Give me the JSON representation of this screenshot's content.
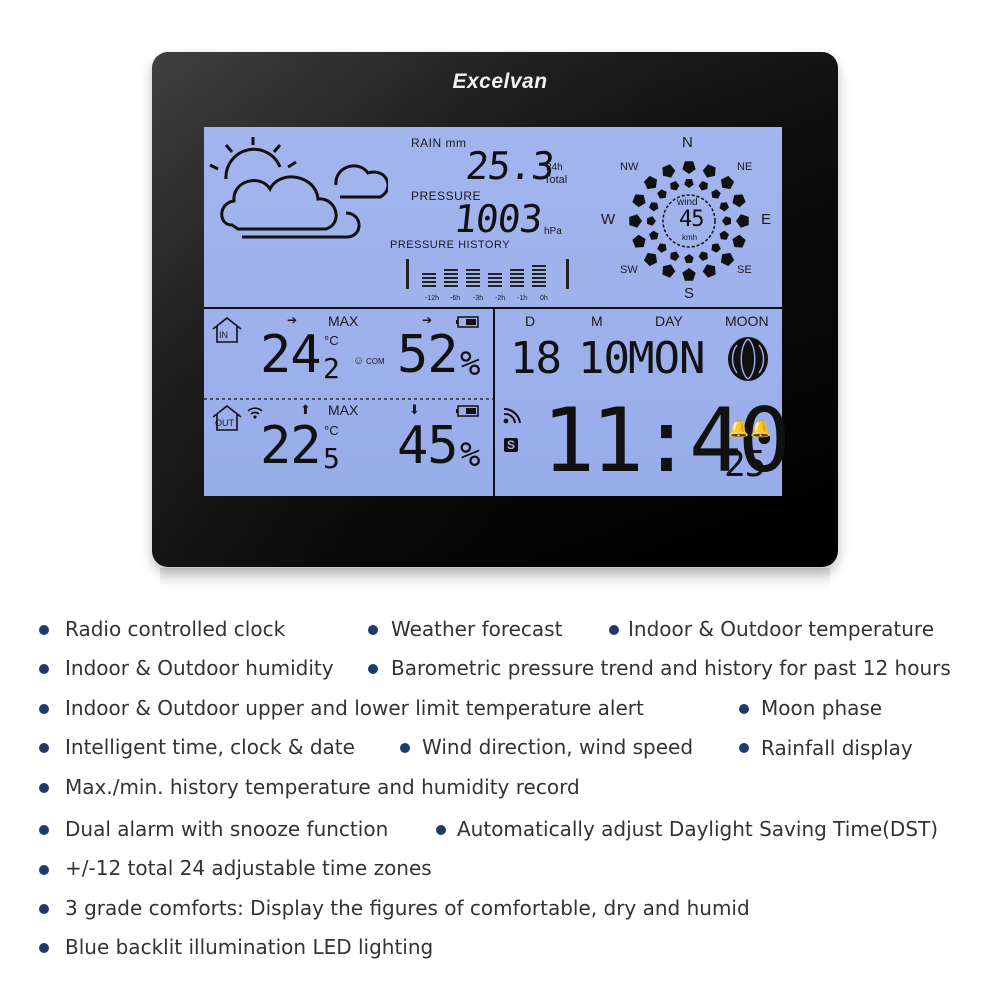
{
  "brand": "Excelvan",
  "lcd": {
    "rain": {
      "label": "RAIN mm",
      "value": "25.3",
      "period": "24h",
      "total_label": "Total"
    },
    "pressure": {
      "label": "PRESSURE",
      "value": "1003",
      "unit": "hPa",
      "history_label": "PRESSURE HISTORY",
      "history_ticks": [
        "-12h",
        "-6h",
        "-3h",
        "-2h",
        "-1h",
        "0h"
      ]
    },
    "wind": {
      "label": "wind",
      "value": "45",
      "unit": "kmh",
      "directions": {
        "n": "N",
        "ne": "NE",
        "e": "E",
        "se": "SE",
        "s": "S",
        "sw": "SW",
        "w": "W",
        "nw": "NW"
      }
    },
    "indoor": {
      "icon_label": "IN",
      "max_label": "MAX",
      "temp_main": "24",
      "temp_dec": "2",
      "temp_unit": "°C",
      "comfort_label": "COM",
      "humidity": "52",
      "humidity_unit": "%"
    },
    "outdoor": {
      "icon_label": "OUT",
      "max_label": "MAX",
      "temp_main": "22",
      "temp_dec": "5",
      "temp_unit": "°C",
      "humidity": "45",
      "humidity_unit": "%"
    },
    "date": {
      "d_label": "D",
      "m_label": "M",
      "day_label": "DAY",
      "moon_label": "MOON",
      "day": "18",
      "month": "10",
      "weekday": "MON"
    },
    "time": {
      "value": "11:40",
      "seconds": "25",
      "dst_badge": "S"
    }
  },
  "features": [
    "Radio controlled clock",
    "Weather forecast",
    "Indoor & Outdoor temperature",
    "Indoor & Outdoor humidity",
    "Barometric pressure trend and history for past 12 hours",
    "Indoor & Outdoor upper and lower limit temperature alert",
    "Moon phase",
    "Intelligent time, clock & date",
    "Wind direction, wind speed",
    "Rainfall display",
    "Max./min. history temperature and humidity record",
    "Dual alarm with snooze function",
    "Automatically adjust Daylight Saving Time(DST)",
    "+/-12 total 24 adjustable time zones",
    "3 grade comforts: Display the figures of comfortable, dry and humid",
    "Blue backlit illumination LED lighting"
  ],
  "colors": {
    "lcd_background": "#9eb1ec",
    "bullet": "#1f3b6e",
    "device_frame": "#0c0c0c"
  },
  "icons": [
    "sun-icon",
    "cloud-icon",
    "compass-rose-icon",
    "home-in-icon",
    "home-out-icon",
    "signal-icon",
    "arrow-right-icon",
    "arrow-up-icon",
    "arrow-down-icon",
    "battery-icon",
    "smiley-icon",
    "moon-phase-icon",
    "alarm-bell-icon",
    "bullet-icon"
  ]
}
